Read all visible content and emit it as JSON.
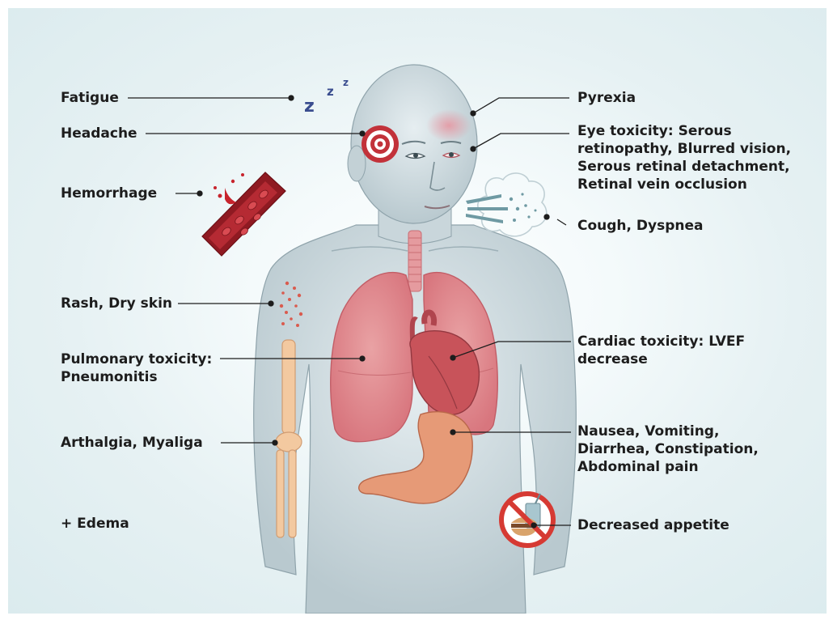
{
  "labels": {
    "fatigue": "Fatigue",
    "headache": "Headache",
    "hemorrhage": "Hemorrhage",
    "rash": "Rash, Dry skin",
    "pulmonary": "Pulmonary toxicity:\nPneumonitis",
    "arthalgia": "Arthalgia, Myaliga",
    "edema": "+ Edema",
    "pyrexia": "Pyrexia",
    "eye": "Eye toxicity: Serous\nretinopathy, Blurred vision,\nSerous retinal detachment,\nRetinal vein occlusion",
    "cough": "Cough, Dyspnea",
    "cardiac": "Cardiac toxicity: LVEF\ndecrease",
    "gi": "Nausea, Vomiting,\nDiarrhea, Constipation,\nAbdominal pain",
    "appetite": "Decreased appetite"
  },
  "icons": {
    "sleep": "zzz-sleep-icon",
    "headache": "headache-target-icon",
    "blood_vessel": "blood-vessel-icon",
    "cough": "cough-spray-icon",
    "no_food": "no-food-sign-icon"
  },
  "colors": {
    "body_skin": "#d3dee2",
    "lungs": "#e6949a",
    "heart": "#c8535a",
    "stomach": "#e69a77",
    "bone": "#f3c9a0",
    "blood": "#a8232a",
    "leader_line": "#1d1d1d",
    "sleep_z": "#3a4d8f"
  }
}
